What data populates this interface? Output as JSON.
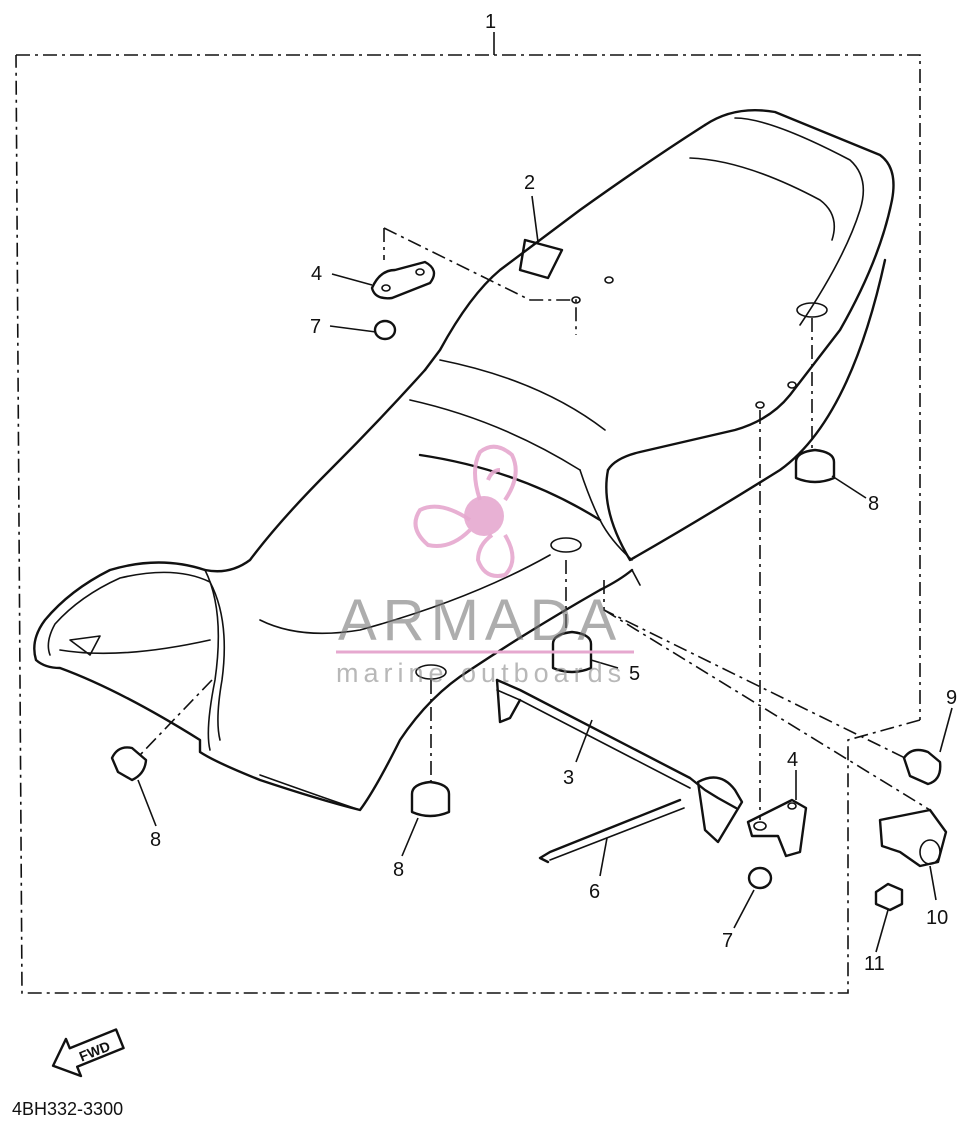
{
  "callouts": [
    {
      "id": "c1",
      "label": "1"
    },
    {
      "id": "c2",
      "label": "2"
    },
    {
      "id": "c3",
      "label": "3"
    },
    {
      "id": "c4a",
      "label": "4"
    },
    {
      "id": "c4b",
      "label": "4"
    },
    {
      "id": "c5",
      "label": "5"
    },
    {
      "id": "c6",
      "label": "6"
    },
    {
      "id": "c7a",
      "label": "7"
    },
    {
      "id": "c7b",
      "label": "7"
    },
    {
      "id": "c8a",
      "label": "8"
    },
    {
      "id": "c8b",
      "label": "8"
    },
    {
      "id": "c8c",
      "label": "8"
    },
    {
      "id": "c9",
      "label": "9"
    },
    {
      "id": "c10",
      "label": "10"
    },
    {
      "id": "c11",
      "label": "11"
    }
  ],
  "fwd_label": "FWD",
  "diagram_code": "4BH332-3300",
  "watermark": {
    "brand": "ARMADA",
    "tagline": "marine outboards",
    "color": "#e6a8cf"
  }
}
